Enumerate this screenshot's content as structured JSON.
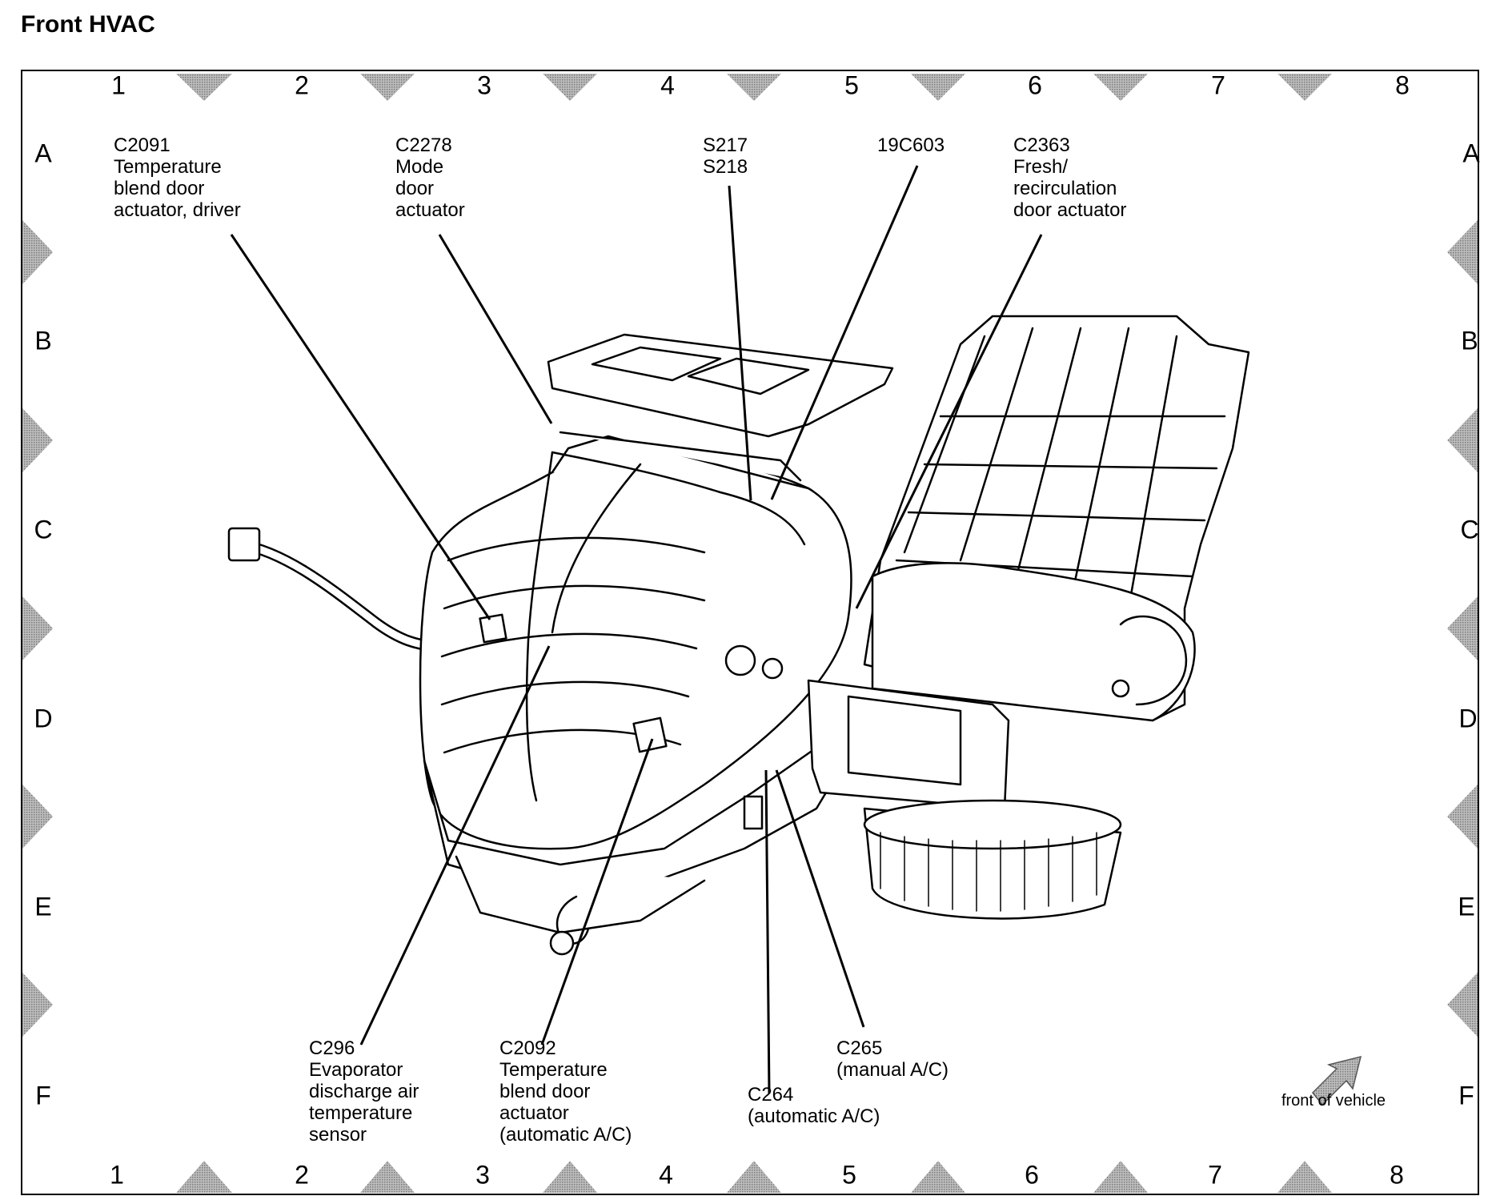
{
  "title": "Front HVAC",
  "grid": {
    "columns": [
      "1",
      "2",
      "3",
      "4",
      "5",
      "6",
      "7",
      "8"
    ],
    "rows": [
      "A",
      "B",
      "C",
      "D",
      "E",
      "F"
    ]
  },
  "callouts": [
    {
      "id": "c2091",
      "text": "C2091\nTemperature\nblend door\nactuator, driver"
    },
    {
      "id": "c2278",
      "text": "C2278\nMode\ndoor\nactuator"
    },
    {
      "id": "s217",
      "text": "S217\nS218"
    },
    {
      "id": "19c603",
      "text": "19C603"
    },
    {
      "id": "c2363",
      "text": "C2363\nFresh/\nrecirculation\ndoor actuator"
    },
    {
      "id": "c296",
      "text": "C296\nEvaporator\ndischarge air\ntemperature\nsensor"
    },
    {
      "id": "c2092",
      "text": "C2092\nTemperature\nblend door\nactuator\n(automatic A/C)"
    },
    {
      "id": "c264",
      "text": "C264\n(automatic A/C)"
    },
    {
      "id": "c265",
      "text": "C265\n(manual A/C)"
    }
  ],
  "front_of_vehicle": "front of vehicle",
  "colors": {
    "line": "#000000",
    "marker": "#a6a6a6",
    "background": "#ffffff"
  }
}
